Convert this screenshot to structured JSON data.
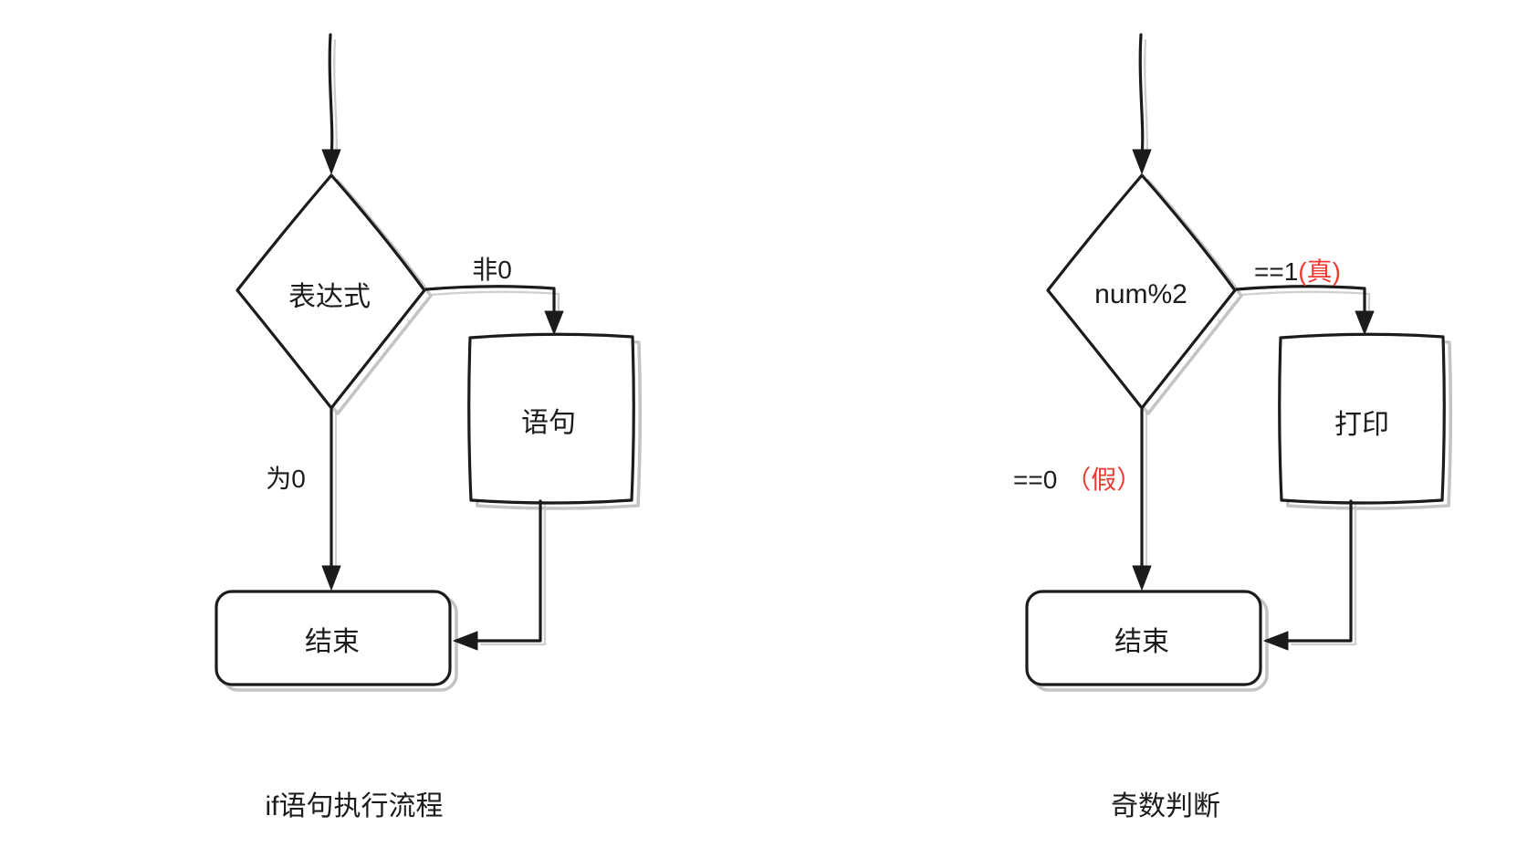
{
  "colors": {
    "stroke": "#1b1b1b",
    "echo": "#cfcfcf",
    "shadow": "#c4c4c4",
    "red": "#ee3a31",
    "background": "#ffffff"
  },
  "left": {
    "caption": "if语句执行流程",
    "decision_label": "表达式",
    "branch_true_label": "非0",
    "branch_false_label": "为0",
    "process_label": "语句",
    "end_label": "结束"
  },
  "right": {
    "caption": "奇数判断",
    "decision_label": "num%2",
    "branch_true_label": "==1",
    "branch_true_annotation": "(真)",
    "branch_false_label": "==0",
    "branch_false_annotation": "（假）",
    "process_label": "打印",
    "end_label": "结束"
  }
}
